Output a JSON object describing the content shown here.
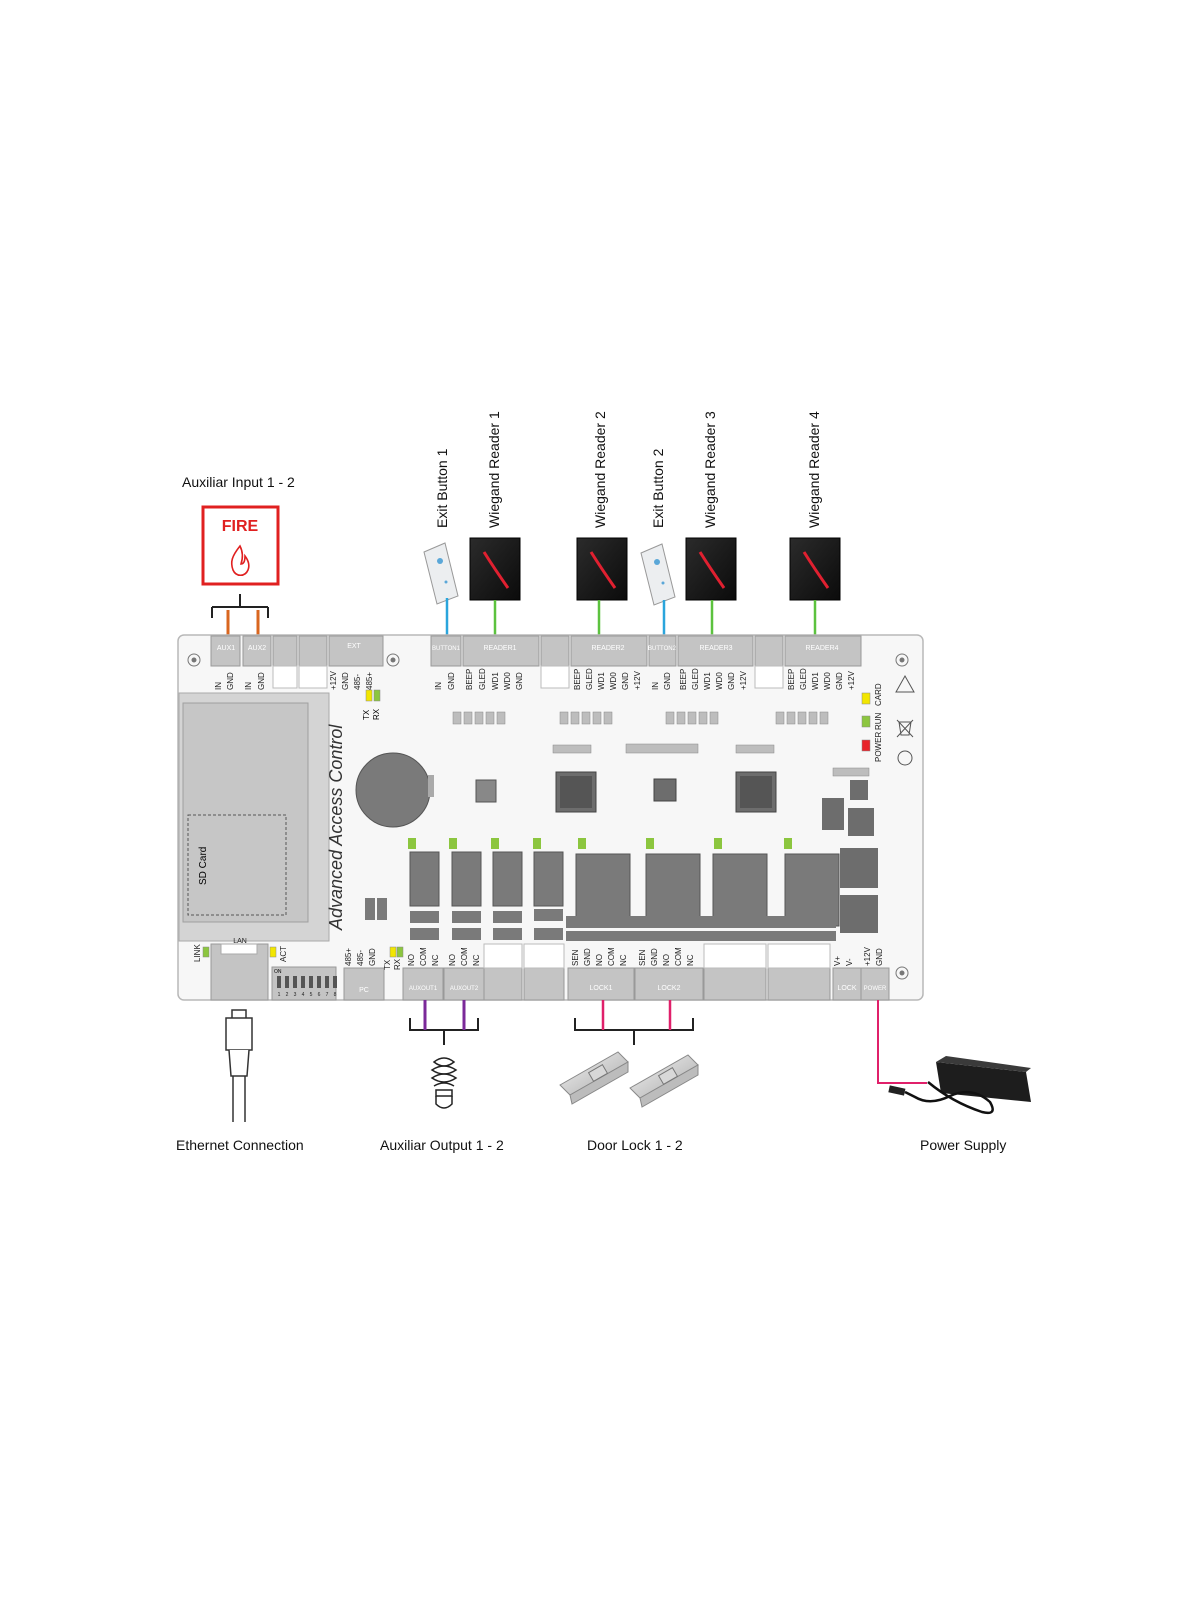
{
  "captions": {
    "aux_input": "Auxiliar Input 1 - 2",
    "exit_button_1": "Exit Button 1",
    "wiegand_reader_1": "Wiegand Reader 1",
    "wiegand_reader_2": "Wiegand Reader 2",
    "exit_button_2": "Exit Button 2",
    "wiegand_reader_3": "Wiegand Reader 3",
    "wiegand_reader_4": "Wiegand Reader 4",
    "ethernet": "Ethernet Connection",
    "aux_output": "Auxiliar Output 1 - 2",
    "door_lock": "Door Lock 1 - 2",
    "power_supply": "Power Supply"
  },
  "fire_sign": {
    "label": "FIRE"
  },
  "board": {
    "title": "Advanced Access Control",
    "sd_card": "SD Card",
    "top_headers": {
      "aux1": "AUX1",
      "aux2": "AUX2",
      "ext": "EXT",
      "button1": "BUTTON1",
      "reader1": "READER1",
      "reader2": "READER2",
      "button2": "BUTTON2",
      "reader3": "READER3",
      "reader4": "READER4"
    },
    "bottom_headers": {
      "lan": "LAN",
      "pc": "PC",
      "auxout1": "AUXOUT1",
      "auxout2": "AUXOUT2",
      "lock1": "LOCK1",
      "lock2": "LOCK2",
      "lock": "LOCK",
      "power": "POWER"
    },
    "leds": {
      "tx": "TX",
      "rx": "RX",
      "power": "POWER",
      "run": "RUN",
      "card": "CARD",
      "link": "LINK",
      "act": "ACT",
      "tx2": "TX",
      "rx2": "RX",
      "on": "ON"
    },
    "pins": {
      "aux1": [
        "IN",
        "GND"
      ],
      "aux2": [
        "IN",
        "GND"
      ],
      "ext": [
        "+12V",
        "GND",
        "485-",
        "485+"
      ],
      "button1": [
        "IN",
        "GND"
      ],
      "reader1": [
        "BEEP",
        "GLED",
        "WD1",
        "WD0",
        "GND"
      ],
      "reader2": [
        "BEEP",
        "GLED",
        "WD1",
        "WD0",
        "GND",
        "+12V"
      ],
      "button2": [
        "IN",
        "GND"
      ],
      "reader3": [
        "BEEP",
        "GLED",
        "WD1",
        "WD0",
        "GND",
        "+12V"
      ],
      "reader4": [
        "BEEP",
        "GLED",
        "WD1",
        "WD0",
        "GND",
        "+12V"
      ],
      "pc": [
        "485+",
        "485-",
        "GND"
      ],
      "auxout1": [
        "NO",
        "COM",
        "NC"
      ],
      "auxout2": [
        "NO",
        "COM",
        "NC"
      ],
      "lock1": [
        "SEN",
        "GND",
        "NO",
        "COM",
        "NC"
      ],
      "lock2": [
        "SEN",
        "GND",
        "NO",
        "COM",
        "NC"
      ],
      "lockv": [
        "V+",
        "V-"
      ],
      "power": [
        "+12V",
        "GND"
      ]
    },
    "dip_numbers": [
      "1",
      "2",
      "3",
      "4",
      "5",
      "6",
      "7",
      "8"
    ]
  },
  "colors": {
    "board_fill": "#f7f7f7",
    "board_stroke": "#b8b8b8",
    "terminal": "#c4c4c4",
    "terminal_dark": "#9a9a9a",
    "wire_aux_in": "#d9661f",
    "wire_button": "#2aa5dc",
    "wire_reader": "#5cc23e",
    "wire_aux_out": "#7b2a99",
    "wire_lock": "#e0206a",
    "wire_power": "#e0206a",
    "fire_red": "#e02020",
    "led_green": "#8cc63f",
    "led_yellow": "#f2e600",
    "led_red": "#e8232a"
  }
}
